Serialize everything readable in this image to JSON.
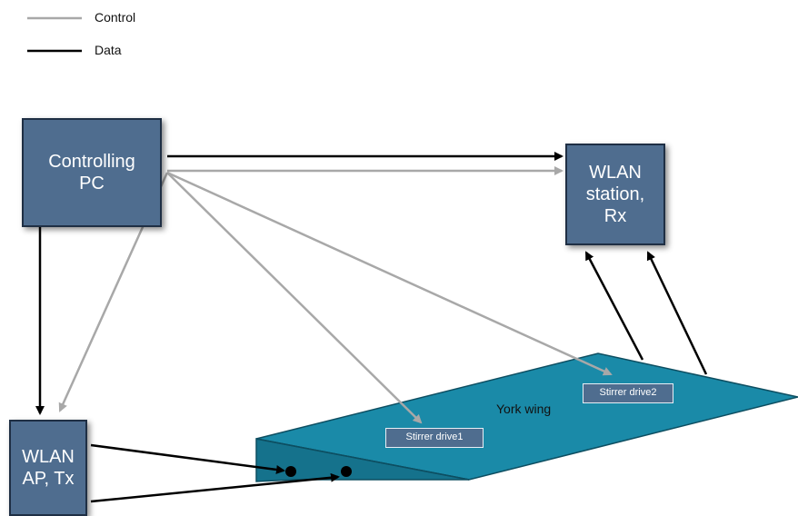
{
  "legend": {
    "control_label": "Control",
    "data_label": "Data",
    "control_color": "#a8a8a8",
    "data_color": "#000000"
  },
  "nodes": {
    "controlling_pc": {
      "line1": "Controlling",
      "line2": "PC"
    },
    "wlan_station": {
      "line1": "WLAN",
      "line2": "station,",
      "line3": "Rx"
    },
    "wlan_ap": {
      "line1": "WLAN",
      "line2": "AP, Tx"
    }
  },
  "region": {
    "label": "York wing",
    "color": "#1a8aa8",
    "stirrer1": "Stirrer drive1",
    "stirrer2": "Stirrer drive2"
  },
  "colors": {
    "box_fill": "#4f6d8f",
    "box_border": "#1f2f44"
  }
}
